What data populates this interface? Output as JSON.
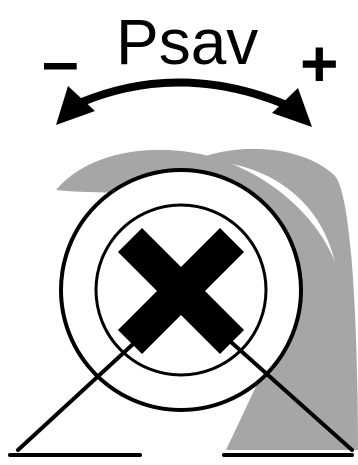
{
  "diagram": {
    "title": "Psav",
    "minus_label": "–",
    "plus_label": "+"
  },
  "colors": {
    "ink": "#000000",
    "shadow": "#a6a6a6",
    "background": "#ffffff"
  },
  "icons": {
    "adjust_arrow": "double-headed-curved-arrow",
    "center_mark": "x-mark"
  }
}
